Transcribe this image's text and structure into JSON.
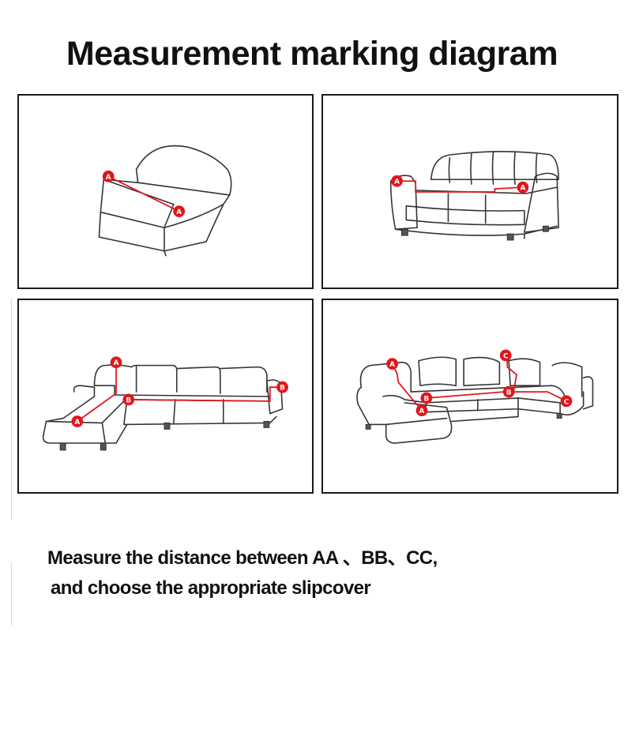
{
  "title": "Measurement marking diagram",
  "instructions": {
    "line1": "Measure the distance between AA 、BB、CC,",
    "line2": "and choose the appropriate slipcover"
  },
  "markers": {
    "a": "A",
    "b": "B",
    "c": "C"
  },
  "colors": {
    "marker": "#e0161c",
    "line_art": "#333333",
    "frame": "#1a1a1a"
  }
}
